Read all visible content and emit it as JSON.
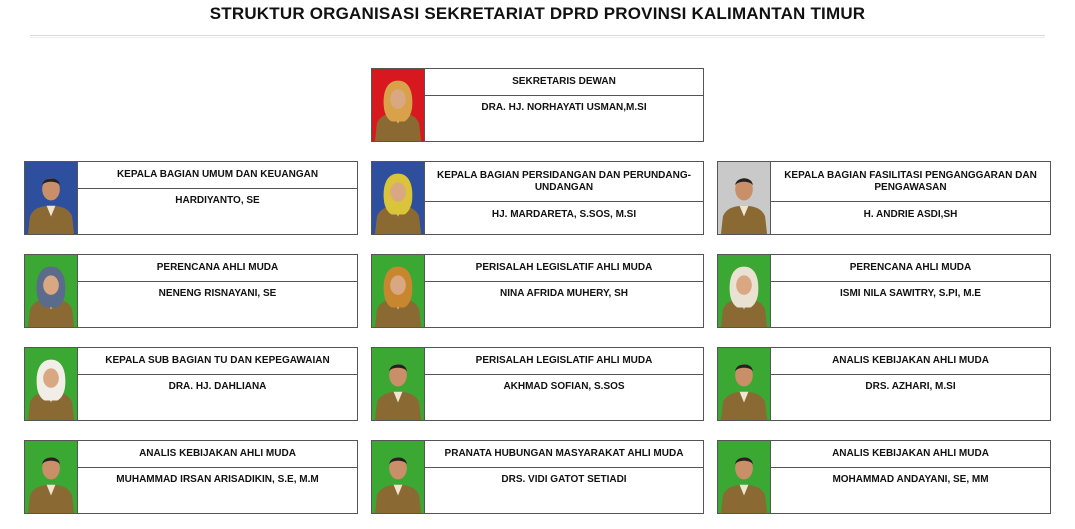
{
  "page": {
    "title": "STRUKTUR ORGANISASI SEKRETARIAT DPRD PROVINSI KALIMANTAN TIMUR"
  },
  "colors": {
    "bg_red": "#d7191f",
    "bg_blue": "#2d4f9e",
    "bg_green": "#3aa833",
    "bg_grey": "#c9c9c9",
    "uniform_khaki": "#8a6a32",
    "border": "#555555"
  },
  "cards": [
    {
      "role": "SEKRETARIS DEWAN",
      "name": "DRA. HJ. NORHAYATI USMAN,M.SI",
      "photo_bg": "red",
      "hijab": "#d9a14a"
    },
    {
      "role": "KEPALA BAGIAN UMUM DAN KEUANGAN",
      "name": "HARDIYANTO, SE",
      "photo_bg": "blue",
      "hijab": ""
    },
    {
      "role": "KEPALA BAGIAN PERSIDANGAN DAN PERUNDANG-UNDANGAN",
      "name": "HJ. MARDARETA, S.SOS, M.SI",
      "photo_bg": "blue",
      "hijab": "#d9c43a"
    },
    {
      "role": "KEPALA BAGIAN FASILITASI PENGANGGARAN DAN PENGAWASAN",
      "name": "H. ANDRIE ASDI,SH",
      "photo_bg": "grey",
      "hijab": ""
    },
    {
      "role": "PERENCANA AHLI MUDA",
      "name": "NENENG RISNAYANI, SE",
      "photo_bg": "green",
      "hijab": "#5a6b8c"
    },
    {
      "role": "PERISALAH LEGISLATIF AHLI MUDA",
      "name": "NINA AFRIDA MUHERY, SH",
      "photo_bg": "green",
      "hijab": "#c8872e"
    },
    {
      "role": "PERENCANA AHLI MUDA",
      "name": "ISMI NILA SAWITRY, S.PI, M.E",
      "photo_bg": "green",
      "hijab": "#e9e2d2"
    },
    {
      "role": "KEPALA SUB BAGIAN TU DAN KEPEGAWAIAN",
      "name": "DRA. HJ. DAHLIANA",
      "photo_bg": "green",
      "hijab": "#f1eee8"
    },
    {
      "role": "PERISALAH LEGISLATIF AHLI MUDA",
      "name": "AKHMAD SOFIAN, S.SOS",
      "photo_bg": "green",
      "hijab": ""
    },
    {
      "role": "ANALIS KEBIJAKAN AHLI MUDA",
      "name": "DRS. AZHARI, M.SI",
      "photo_bg": "green",
      "hijab": ""
    },
    {
      "role": "ANALIS KEBIJAKAN AHLI MUDA",
      "name": "MUHAMMAD IRSAN ARISADIKIN, S.E, M.M",
      "photo_bg": "green",
      "hijab": ""
    },
    {
      "role": "PRANATA HUBUNGAN MASYARAKAT AHLI MUDA",
      "name": "DRS. VIDI GATOT SETIADI",
      "photo_bg": "green",
      "hijab": ""
    },
    {
      "role": "ANALIS KEBIJAKAN AHLI MUDA",
      "name": "MOHAMMAD ANDAYANI, SE, MM",
      "photo_bg": "green",
      "hijab": ""
    }
  ]
}
